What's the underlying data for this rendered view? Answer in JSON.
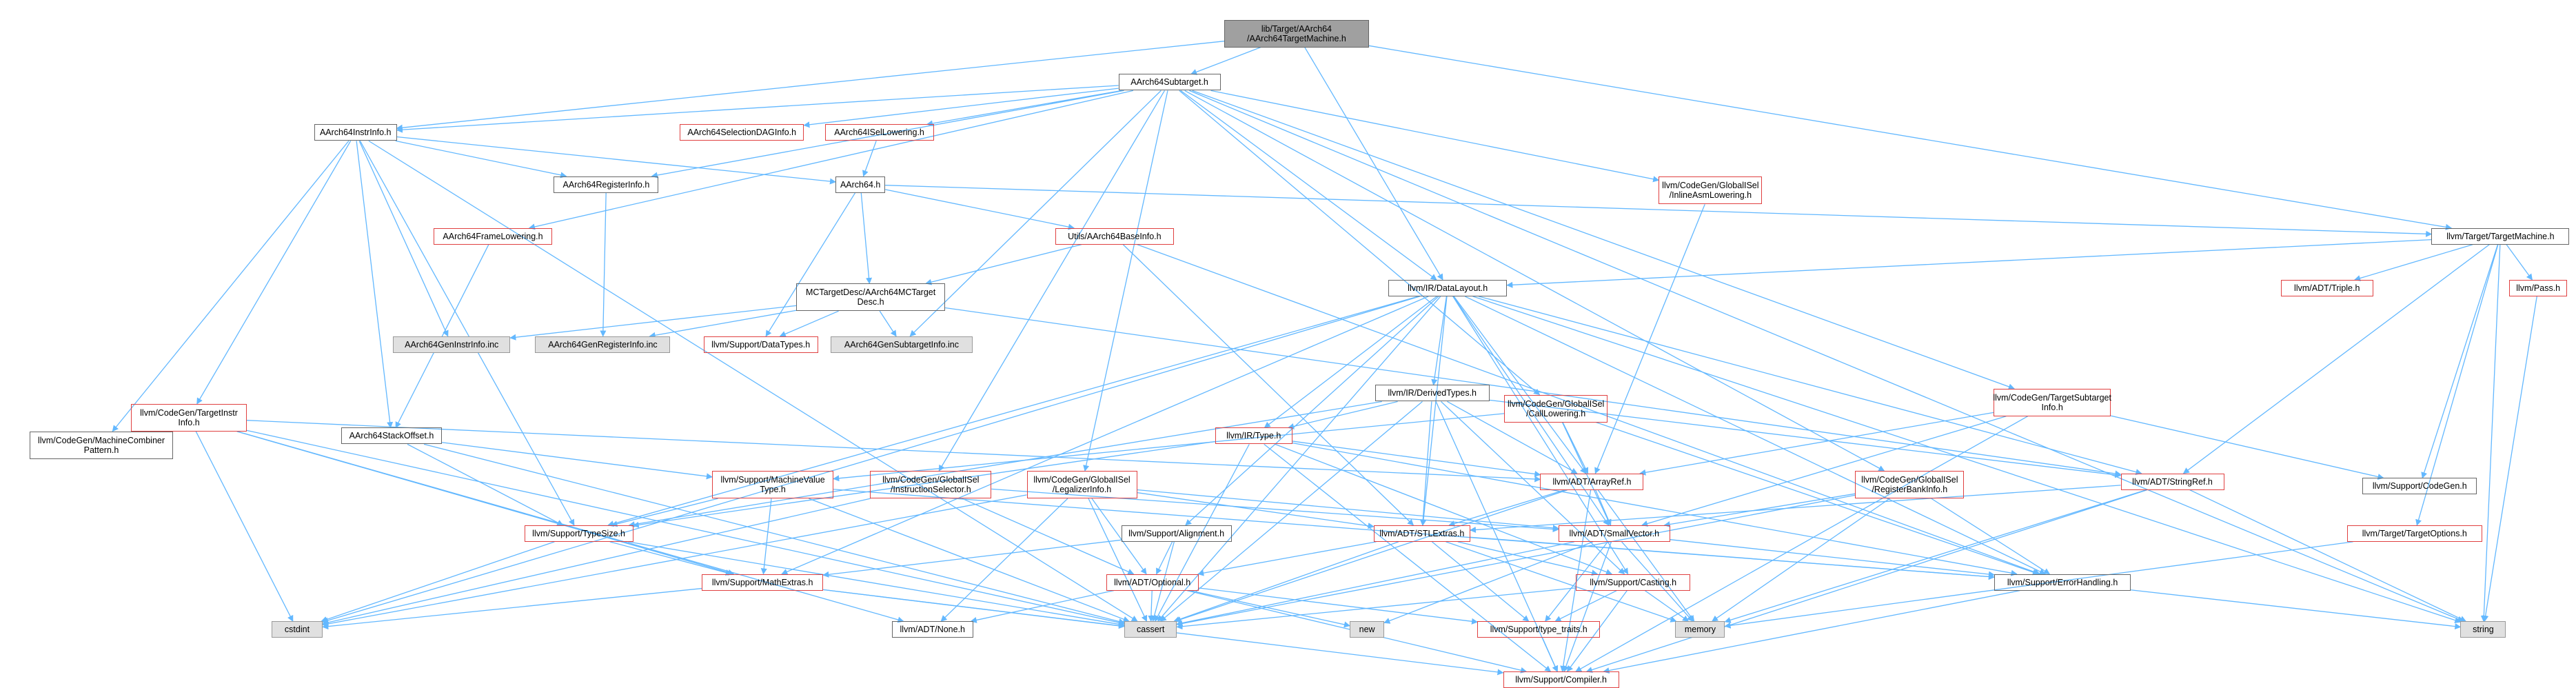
{
  "graph": {
    "edge_color": "#63b8ff",
    "nodes": [
      {
        "id": "root",
        "lines": [
          "lib/Target/AArch64",
          "/AArch64TargetMachine.h"
        ],
        "style": "root"
      },
      {
        "id": "subtarget",
        "lines": [
          "AArch64Subtarget.h"
        ],
        "style": "normal"
      },
      {
        "id": "instrinfo",
        "lines": [
          "AArch64InstrInfo.h"
        ],
        "style": "normal"
      },
      {
        "id": "seldag",
        "lines": [
          "AArch64SelectionDAGInfo.h"
        ],
        "style": "red"
      },
      {
        "id": "isel",
        "lines": [
          "AArch64ISelLowering.h"
        ],
        "style": "red"
      },
      {
        "id": "reginfo",
        "lines": [
          "AArch64RegisterInfo.h"
        ],
        "style": "normal"
      },
      {
        "id": "aarch64h",
        "lines": [
          "AArch64.h"
        ],
        "style": "normal"
      },
      {
        "id": "framelow",
        "lines": [
          "AArch64FrameLowering.h"
        ],
        "style": "red"
      },
      {
        "id": "inlineasm",
        "lines": [
          "llvm/CodeGen/GlobalISel",
          "/InlineAsmLowering.h"
        ],
        "style": "red"
      },
      {
        "id": "targetmachine",
        "lines": [
          "llvm/Target/TargetMachine.h"
        ],
        "style": "normal"
      },
      {
        "id": "basicinfo",
        "lines": [
          "Utils/AArch64BaseInfo.h"
        ],
        "style": "red"
      },
      {
        "id": "mctarget",
        "lines": [
          "MCTargetDesc/AArch64MCTarget",
          "Desc.h"
        ],
        "style": "normal"
      },
      {
        "id": "datalayout",
        "lines": [
          "llvm/IR/DataLayout.h"
        ],
        "style": "normal"
      },
      {
        "id": "triple",
        "lines": [
          "llvm/ADT/Triple.h"
        ],
        "style": "red"
      },
      {
        "id": "pass",
        "lines": [
          "llvm/Pass.h"
        ],
        "style": "red"
      },
      {
        "id": "geninstr",
        "lines": [
          "AArch64GenInstrInfo.inc"
        ],
        "style": "gray"
      },
      {
        "id": "genreg",
        "lines": [
          "AArch64GenRegisterInfo.inc"
        ],
        "style": "gray"
      },
      {
        "id": "datatypes",
        "lines": [
          "llvm/Support/DataTypes.h"
        ],
        "style": "red"
      },
      {
        "id": "gensub",
        "lines": [
          "AArch64GenSubtargetInfo.inc"
        ],
        "style": "gray"
      },
      {
        "id": "derivedtypes",
        "lines": [
          "llvm/IR/DerivedTypes.h"
        ],
        "style": "normal"
      },
      {
        "id": "calllow",
        "lines": [
          "llvm/CodeGen/GlobalISel",
          "/CallLowering.h"
        ],
        "style": "red"
      },
      {
        "id": "tsubinfo",
        "lines": [
          "llvm/CodeGen/TargetSubtarget",
          "Info.h"
        ],
        "style": "red"
      },
      {
        "id": "tinstrinfo",
        "lines": [
          "llvm/CodeGen/TargetInstr",
          "Info.h"
        ],
        "style": "red"
      },
      {
        "id": "stackoff",
        "lines": [
          "AArch64StackOffset.h"
        ],
        "style": "normal"
      },
      {
        "id": "irtype",
        "lines": [
          "llvm/IR/Type.h"
        ],
        "style": "red"
      },
      {
        "id": "machcomb",
        "lines": [
          "llvm/CodeGen/MachineCombiner",
          "Pattern.h"
        ],
        "style": "normal"
      },
      {
        "id": "mvt",
        "lines": [
          "llvm/Support/MachineValue",
          "Type.h"
        ],
        "style": "red"
      },
      {
        "id": "instsel",
        "lines": [
          "llvm/CodeGen/GlobalISel",
          "/InstructionSelector.h"
        ],
        "style": "red"
      },
      {
        "id": "legalizer",
        "lines": [
          "llvm/CodeGen/GlobalISel",
          "/LegalizerInfo.h"
        ],
        "style": "red"
      },
      {
        "id": "arrayref",
        "lines": [
          "llvm/ADT/ArrayRef.h"
        ],
        "style": "red"
      },
      {
        "id": "regbank",
        "lines": [
          "llvm/CodeGen/GlobalISel",
          "/RegisterBankInfo.h"
        ],
        "style": "red"
      },
      {
        "id": "stringref",
        "lines": [
          "llvm/ADT/StringRef.h"
        ],
        "style": "red"
      },
      {
        "id": "codegen",
        "lines": [
          "llvm/Support/CodeGen.h"
        ],
        "style": "normal"
      },
      {
        "id": "typesize",
        "lines": [
          "llvm/Support/TypeSize.h"
        ],
        "style": "red"
      },
      {
        "id": "alignment",
        "lines": [
          "llvm/Support/Alignment.h"
        ],
        "style": "normal"
      },
      {
        "id": "stlextras",
        "lines": [
          "llvm/ADT/STLExtras.h"
        ],
        "style": "red"
      },
      {
        "id": "smallvector",
        "lines": [
          "llvm/ADT/SmallVector.h"
        ],
        "style": "red"
      },
      {
        "id": "toptions",
        "lines": [
          "llvm/Target/TargetOptions.h"
        ],
        "style": "red"
      },
      {
        "id": "mathextras",
        "lines": [
          "llvm/Support/MathExtras.h"
        ],
        "style": "red"
      },
      {
        "id": "optional",
        "lines": [
          "llvm/ADT/Optional.h"
        ],
        "style": "red"
      },
      {
        "id": "casting",
        "lines": [
          "llvm/Support/Casting.h"
        ],
        "style": "red"
      },
      {
        "id": "errorhandling",
        "lines": [
          "llvm/Support/ErrorHandling.h"
        ],
        "style": "normal"
      },
      {
        "id": "cstdint",
        "lines": [
          "cstdint"
        ],
        "style": "gray"
      },
      {
        "id": "none",
        "lines": [
          "llvm/ADT/None.h"
        ],
        "style": "normal"
      },
      {
        "id": "cassert",
        "lines": [
          "cassert"
        ],
        "style": "gray"
      },
      {
        "id": "new",
        "lines": [
          "new"
        ],
        "style": "gray"
      },
      {
        "id": "typetraits",
        "lines": [
          "llvm/Support/type_traits.h"
        ],
        "style": "red"
      },
      {
        "id": "memory",
        "lines": [
          "memory"
        ],
        "style": "gray"
      },
      {
        "id": "string",
        "lines": [
          "string"
        ],
        "style": "gray"
      },
      {
        "id": "compiler",
        "lines": [
          "llvm/Support/Compiler.h"
        ],
        "style": "red"
      }
    ],
    "edges": [
      [
        "root",
        "subtarget"
      ],
      [
        "root",
        "instrinfo"
      ],
      [
        "root",
        "datalayout"
      ],
      [
        "root",
        "targetmachine"
      ],
      [
        "subtarget",
        "instrinfo"
      ],
      [
        "subtarget",
        "seldag"
      ],
      [
        "subtarget",
        "isel"
      ],
      [
        "subtarget",
        "reginfo"
      ],
      [
        "subtarget",
        "framelow"
      ],
      [
        "subtarget",
        "inlineasm"
      ],
      [
        "subtarget",
        "gensub"
      ],
      [
        "subtarget",
        "datalayout"
      ],
      [
        "subtarget",
        "calllow"
      ],
      [
        "subtarget",
        "tsubinfo"
      ],
      [
        "subtarget",
        "instsel"
      ],
      [
        "subtarget",
        "legalizer"
      ],
      [
        "subtarget",
        "regbank"
      ],
      [
        "subtarget",
        "string"
      ],
      [
        "instrinfo",
        "reginfo"
      ],
      [
        "instrinfo",
        "aarch64h"
      ],
      [
        "instrinfo",
        "geninstr"
      ],
      [
        "instrinfo",
        "tinstrinfo"
      ],
      [
        "instrinfo",
        "stackoff"
      ],
      [
        "instrinfo",
        "machcomb"
      ],
      [
        "instrinfo",
        "typesize"
      ],
      [
        "instrinfo",
        "cassert"
      ],
      [
        "isel",
        "aarch64h"
      ],
      [
        "reginfo",
        "genreg"
      ],
      [
        "aarch64h",
        "basicinfo"
      ],
      [
        "aarch64h",
        "mctarget"
      ],
      [
        "aarch64h",
        "datatypes"
      ],
      [
        "aarch64h",
        "targetmachine"
      ],
      [
        "framelow",
        "stackoff"
      ],
      [
        "inlineasm",
        "arrayref"
      ],
      [
        "targetmachine",
        "datalayout"
      ],
      [
        "targetmachine",
        "triple"
      ],
      [
        "targetmachine",
        "pass"
      ],
      [
        "targetmachine",
        "stringref"
      ],
      [
        "targetmachine",
        "codegen"
      ],
      [
        "targetmachine",
        "toptions"
      ],
      [
        "targetmachine",
        "string"
      ],
      [
        "basicinfo",
        "mctarget"
      ],
      [
        "basicinfo",
        "stlextras"
      ],
      [
        "basicinfo",
        "errorhandling"
      ],
      [
        "mctarget",
        "geninstr"
      ],
      [
        "mctarget",
        "genreg"
      ],
      [
        "mctarget",
        "gensub"
      ],
      [
        "mctarget",
        "datatypes"
      ],
      [
        "mctarget",
        "stringref"
      ],
      [
        "datalayout",
        "derivedtypes"
      ],
      [
        "datalayout",
        "irtype"
      ],
      [
        "datalayout",
        "arrayref"
      ],
      [
        "datalayout",
        "stlextras"
      ],
      [
        "datalayout",
        "smallvector"
      ],
      [
        "datalayout",
        "stringref"
      ],
      [
        "datalayout",
        "alignment"
      ],
      [
        "datalayout",
        "casting"
      ],
      [
        "datalayout",
        "errorhandling"
      ],
      [
        "datalayout",
        "mathextras"
      ],
      [
        "datalayout",
        "typesize"
      ],
      [
        "datalayout",
        "cassert"
      ],
      [
        "datalayout",
        "cstdint"
      ],
      [
        "datalayout",
        "string"
      ],
      [
        "derivedtypes",
        "irtype"
      ],
      [
        "derivedtypes",
        "arrayref"
      ],
      [
        "derivedtypes",
        "stlextras"
      ],
      [
        "derivedtypes",
        "stringref"
      ],
      [
        "derivedtypes",
        "casting"
      ],
      [
        "derivedtypes",
        "compiler"
      ],
      [
        "derivedtypes",
        "typesize"
      ],
      [
        "derivedtypes",
        "cassert"
      ],
      [
        "calllow",
        "arrayref"
      ],
      [
        "calllow",
        "smallvector"
      ],
      [
        "calllow",
        "mvt"
      ],
      [
        "calllow",
        "errorhandling"
      ],
      [
        "tsubinfo",
        "arrayref"
      ],
      [
        "tsubinfo",
        "smallvector"
      ],
      [
        "tsubinfo",
        "codegen"
      ],
      [
        "tsubinfo",
        "compiler"
      ],
      [
        "tinstrinfo",
        "arrayref"
      ],
      [
        "tinstrinfo",
        "mathextras"
      ],
      [
        "tinstrinfo",
        "cassert"
      ],
      [
        "tinstrinfo",
        "cstdint"
      ],
      [
        "tinstrinfo",
        "none"
      ],
      [
        "stackoff",
        "typesize"
      ],
      [
        "stackoff",
        "mvt"
      ],
      [
        "stackoff",
        "cassert"
      ],
      [
        "irtype",
        "arrayref"
      ],
      [
        "irtype",
        "typesize"
      ],
      [
        "irtype",
        "casting"
      ],
      [
        "irtype",
        "compiler"
      ],
      [
        "irtype",
        "errorhandling"
      ],
      [
        "irtype",
        "cassert"
      ],
      [
        "mvt",
        "typesize"
      ],
      [
        "mvt",
        "mathextras"
      ],
      [
        "mvt",
        "errorhandling"
      ],
      [
        "mvt",
        "cassert"
      ],
      [
        "instsel",
        "smallvector"
      ],
      [
        "instsel",
        "optional"
      ],
      [
        "instsel",
        "cstdint"
      ],
      [
        "legalizer",
        "stlextras"
      ],
      [
        "legalizer",
        "smallvector"
      ],
      [
        "legalizer",
        "optional"
      ],
      [
        "legalizer",
        "none"
      ],
      [
        "legalizer",
        "cassert"
      ],
      [
        "legalizer",
        "cstdint"
      ],
      [
        "arrayref",
        "stlextras"
      ],
      [
        "arrayref",
        "smallvector"
      ],
      [
        "arrayref",
        "compiler"
      ],
      [
        "arrayref",
        "cassert"
      ],
      [
        "arrayref",
        "memory"
      ],
      [
        "regbank",
        "smallvector"
      ],
      [
        "regbank",
        "errorhandling"
      ],
      [
        "regbank",
        "cassert"
      ],
      [
        "regbank",
        "memory"
      ],
      [
        "stringref",
        "stlextras"
      ],
      [
        "stringref",
        "compiler"
      ],
      [
        "stringref",
        "string"
      ],
      [
        "stringref",
        "memory"
      ],
      [
        "typesize",
        "mathextras"
      ],
      [
        "typesize",
        "cstdint"
      ],
      [
        "typesize",
        "cassert"
      ],
      [
        "alignment",
        "mathextras"
      ],
      [
        "alignment",
        "optional"
      ],
      [
        "alignment",
        "cassert"
      ],
      [
        "stlextras",
        "optional"
      ],
      [
        "stlextras",
        "casting"
      ],
      [
        "stlextras",
        "errorhandling"
      ],
      [
        "stlextras",
        "cassert"
      ],
      [
        "stlextras",
        "memory"
      ],
      [
        "stlextras",
        "typetraits"
      ],
      [
        "smallvector",
        "compiler"
      ],
      [
        "smallvector",
        "errorhandling"
      ],
      [
        "smallvector",
        "typetraits"
      ],
      [
        "smallvector",
        "cassert"
      ],
      [
        "smallvector",
        "new"
      ],
      [
        "smallvector",
        "memory"
      ],
      [
        "toptions",
        "memory"
      ],
      [
        "mathextras",
        "compiler"
      ],
      [
        "mathextras",
        "cstdint"
      ],
      [
        "mathextras",
        "cassert"
      ],
      [
        "optional",
        "none"
      ],
      [
        "optional",
        "compiler"
      ],
      [
        "optional",
        "typetraits"
      ],
      [
        "optional",
        "new"
      ],
      [
        "optional",
        "cassert"
      ],
      [
        "casting",
        "typetraits"
      ],
      [
        "casting",
        "compiler"
      ],
      [
        "casting",
        "cassert"
      ],
      [
        "casting",
        "memory"
      ],
      [
        "errorhandling",
        "compiler"
      ],
      [
        "errorhandling",
        "string"
      ],
      [
        "typetraits",
        "compiler"
      ],
      [
        "pass",
        "string"
      ]
    ]
  }
}
